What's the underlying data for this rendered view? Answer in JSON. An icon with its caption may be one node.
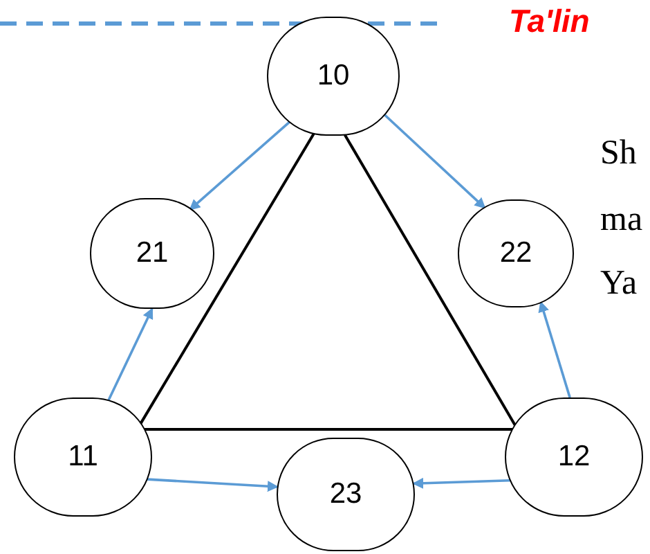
{
  "diagram": {
    "nodes": [
      {
        "text": [
          "10"
        ]
      },
      {
        "text": [
          "21"
        ]
      },
      {
        "text": [
          "22"
        ]
      },
      {
        "text": [
          "11"
        ]
      },
      {
        "text": [
          "23"
        ]
      },
      {
        "text": [
          "12"
        ]
      }
    ],
    "edges": [
      {
        "from": 0,
        "to": 3,
        "arrow": "none",
        "color": "#000000"
      },
      {
        "from": 0,
        "to": 5,
        "arrow": "none",
        "color": "#000000"
      },
      {
        "from": 3,
        "to": 5,
        "arrow": "none",
        "color": "#000000"
      },
      {
        "from": 0,
        "to": 1,
        "arrow": "to"
      },
      {
        "from": 0,
        "to": 2,
        "arrow": "to"
      },
      {
        "from": 3,
        "to": 1,
        "arrow": "to"
      },
      {
        "from": 5,
        "to": 2,
        "arrow": "to"
      },
      {
        "from": 3,
        "to": 4,
        "arrow": "to"
      },
      {
        "from": 5,
        "to": 4,
        "arrow": "to"
      }
    ],
    "labels": [
      "Ta'lin",
      "Sh",
      "ma",
      "Ya"
    ]
  }
}
